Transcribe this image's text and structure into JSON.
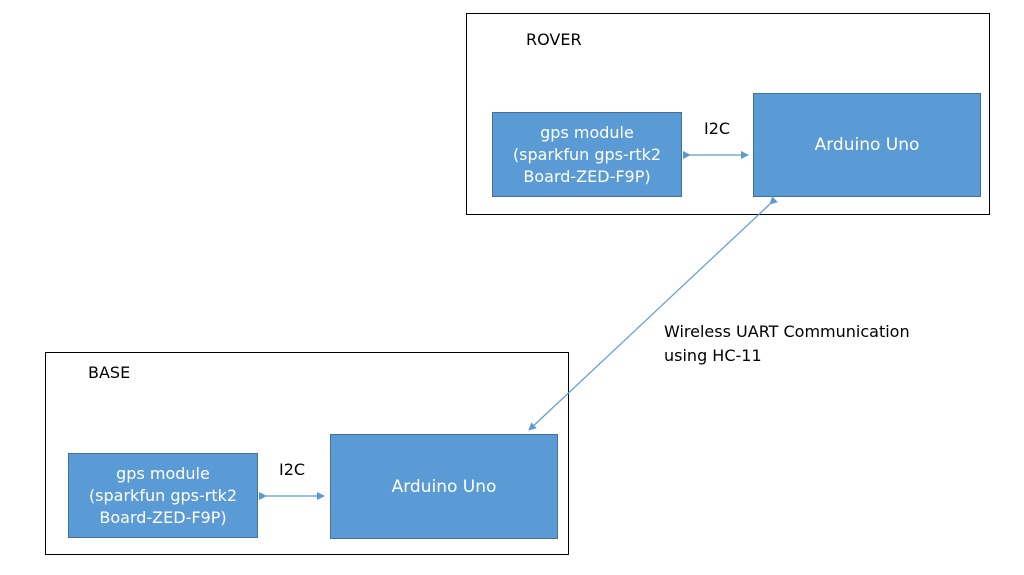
{
  "rover": {
    "title": "ROVER",
    "gps": {
      "line1": "gps module",
      "line2": "(sparkfun gps-rtk2",
      "line3": "Board-ZED-F9P)"
    },
    "link_label": "I2C",
    "controller": "Arduino Uno"
  },
  "base": {
    "title": "BASE",
    "gps": {
      "line1": "gps module",
      "line2": "(sparkfun gps-rtk2",
      "line3": "Board-ZED-F9P)"
    },
    "link_label": "I2C",
    "controller": "Arduino Uno"
  },
  "wireless": {
    "line1": "Wireless UART Communication",
    "line2": "using HC-11"
  },
  "colors": {
    "block_fill": "#5b9bd5",
    "block_border": "#41719c",
    "arrow": "#5b9bd5",
    "frame": "#000000"
  }
}
